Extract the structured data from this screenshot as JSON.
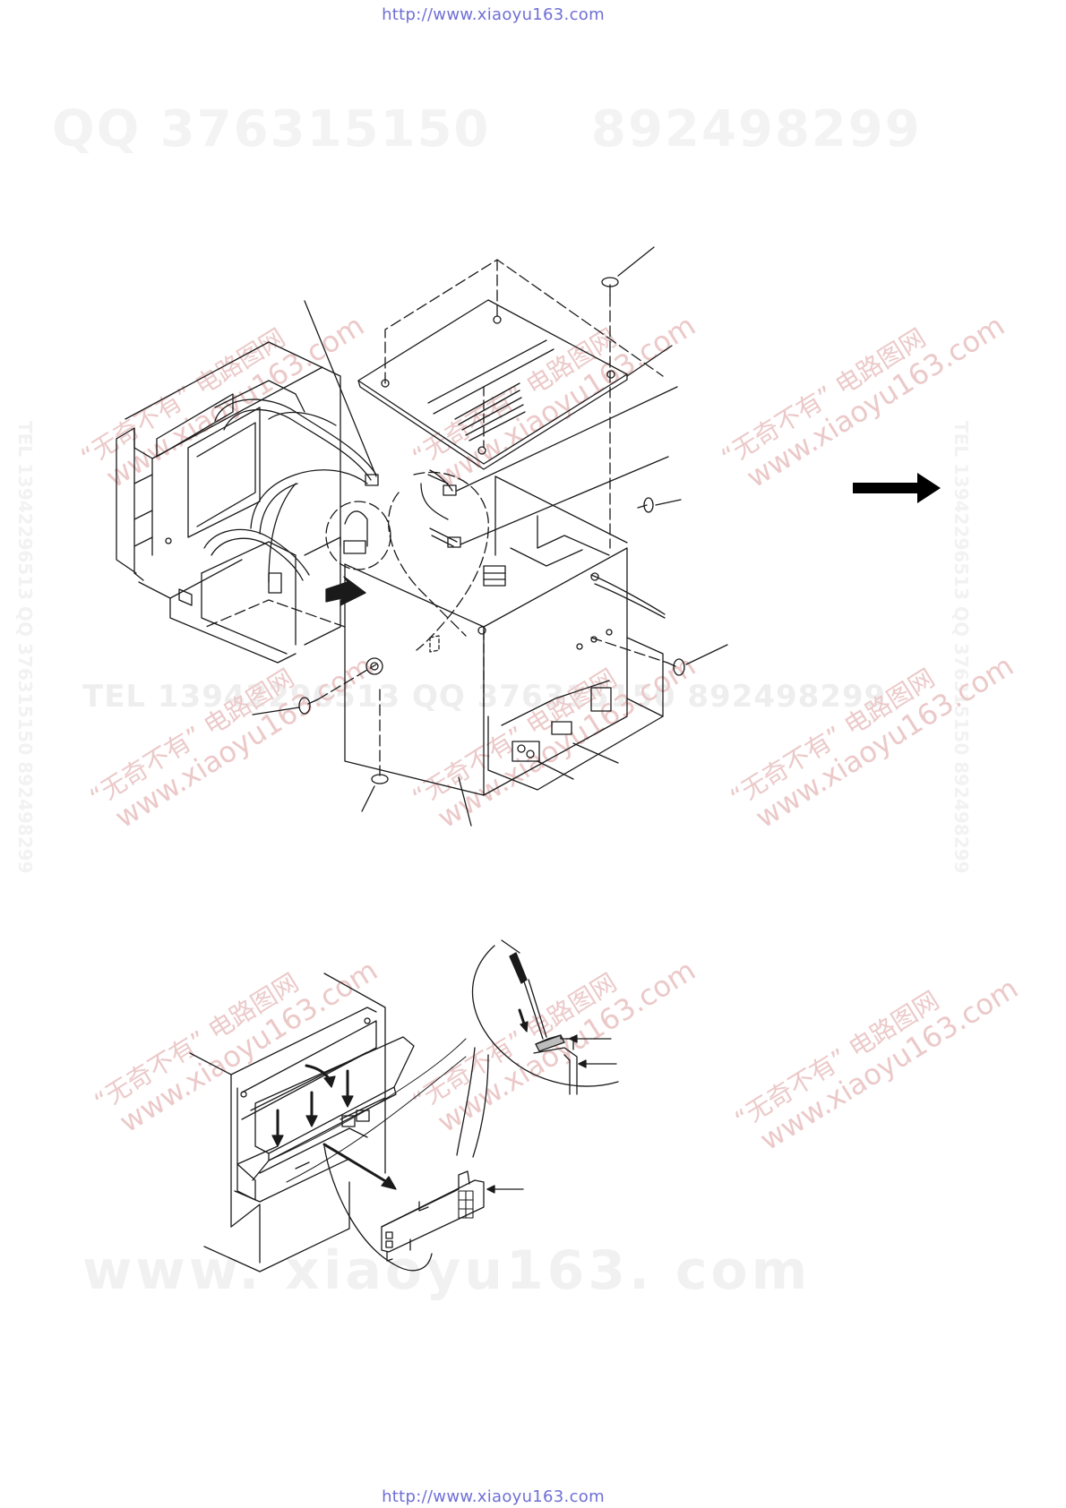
{
  "header": {
    "url": "http://www.xiaoyu163.com"
  },
  "footer": {
    "url": "http://www.xiaoyu163.com"
  },
  "watermarks": {
    "qq_label": "QQ 376315150",
    "qq_second": "892498299",
    "tel_line": "TEL 13942296513   QQ 376315150   892498299",
    "www_line": "www. xiaoyu163. com",
    "side_text": "TEL 13942296513 QQ 376315150 892498299",
    "stamp_cn": "“无奇不有” 电路图网",
    "stamp_url": "www.xiaoyu163.com"
  },
  "icons": {
    "direction_arrow": "right-arrow-icon",
    "screw": "screw-icon",
    "screwdriver": "screwdriver-icon"
  },
  "colors": {
    "link": "#6f6fd6",
    "watermark_red": "#ecc9c9",
    "line": "#1a1a1a"
  }
}
